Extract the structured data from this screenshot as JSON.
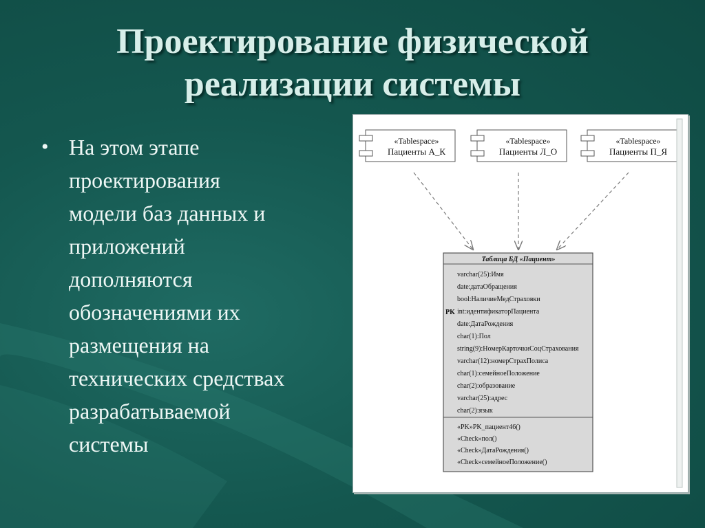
{
  "slide": {
    "title_lines": [
      "Проектирование физической",
      "реализации системы"
    ],
    "bullets": [
      "На этом этапе проектирования модели баз данных и приложений дополняются обозначениями их размещения на технических средствах разрабатываемой системы"
    ],
    "bullet_lines": [
      "На этом этапе",
      "проектирования",
      "модели баз данных и",
      "приложений",
      "дополняются",
      "обозначениями их",
      "размещения на",
      "технических средствах",
      "разрабатываемой",
      "системы"
    ]
  },
  "diagram": {
    "tablespaces": [
      {
        "stereotype": "«Tablespace»",
        "name": "Пациенты А_К"
      },
      {
        "stereotype": "«Tablespace»",
        "name": "Пациенты Л_О"
      },
      {
        "stereotype": "«Tablespace»",
        "name": "Пациенты П_Я"
      }
    ],
    "table": {
      "header": "Таблица БД «Пациент»",
      "pk_marker": "PK",
      "attributes": [
        "varchar(25):Имя",
        "date:датаОбращения",
        "bool:НаличиеМедСтраховки",
        "int:идентификаторПациента",
        "date:ДатаРождения",
        "char(1):Пол",
        "string(9):НомерКарточкиСоцСтрахования",
        "varchar(12):номерСтрахПолиса",
        "char(1):семейноеПоложение",
        "char(2):образование",
        "varchar(25):адрес",
        "char(2):язык"
      ],
      "operations": [
        "«PK»PK_пациент46()",
        "«Check»пол()",
        "«Check»ДатаРождения()",
        "«Check»семейноеПоложение()"
      ]
    }
  },
  "colors": {
    "background": "#14574f",
    "title": "#d7eee9",
    "text": "#eef7f5",
    "table_fill": "#d9d9d9"
  }
}
